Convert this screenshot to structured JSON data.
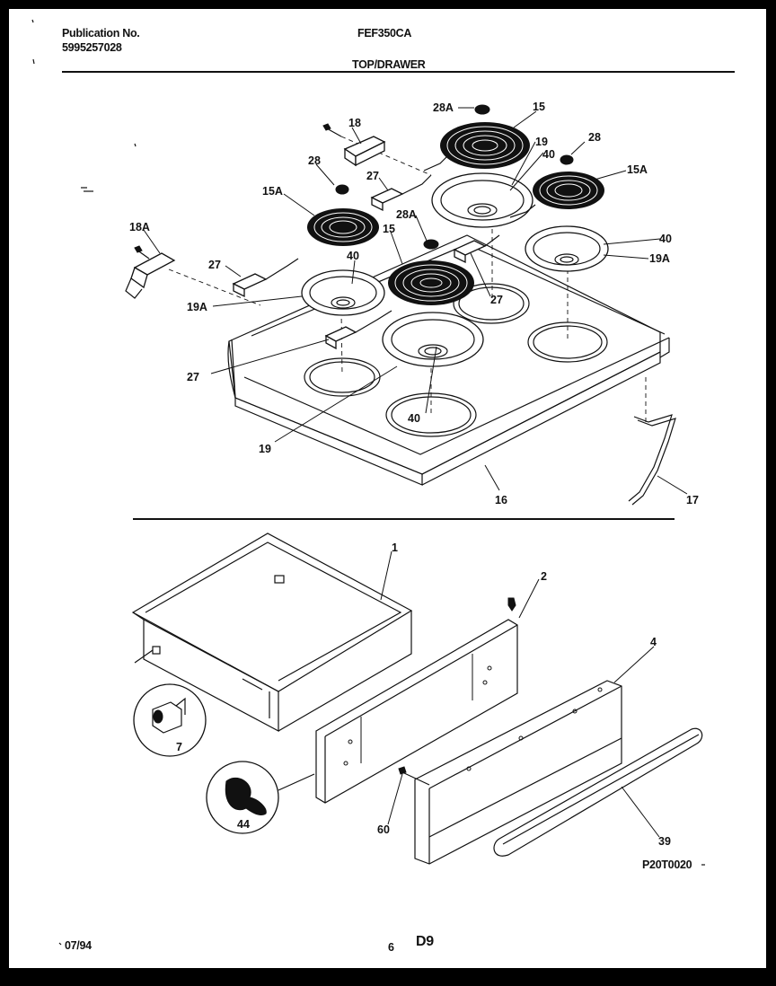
{
  "header": {
    "publication_label": "Publication No.",
    "publication_number": "5995257028",
    "model": "FEF350CA",
    "section": "TOP/DRAWER"
  },
  "footer": {
    "date": "07/94",
    "page": "6",
    "code": "D9"
  },
  "figure_code": "P20T0020",
  "callouts": {
    "c28A_top": "28A",
    "c15_top": "15",
    "c19_top": "19",
    "c28_top": "28",
    "c40_top": "40",
    "c15A_right": "15A",
    "c18": "18",
    "c27_top": "27",
    "c28_left": "28",
    "c15A_left": "15A",
    "c28A_mid": "28A",
    "c15_mid": "15",
    "c40_right": "40",
    "c19A_right": "19A",
    "c18A": "18A",
    "c27_left": "27",
    "c40_left": "40",
    "c19A_left": "19A",
    "c27_mid": "27",
    "c27_low": "27",
    "c40_low": "40",
    "c19_low": "19",
    "c16": "16",
    "c17": "17",
    "c1": "1",
    "c2": "2",
    "c4": "4",
    "c7": "7",
    "c44": "44",
    "c60": "60",
    "c39": "39"
  }
}
